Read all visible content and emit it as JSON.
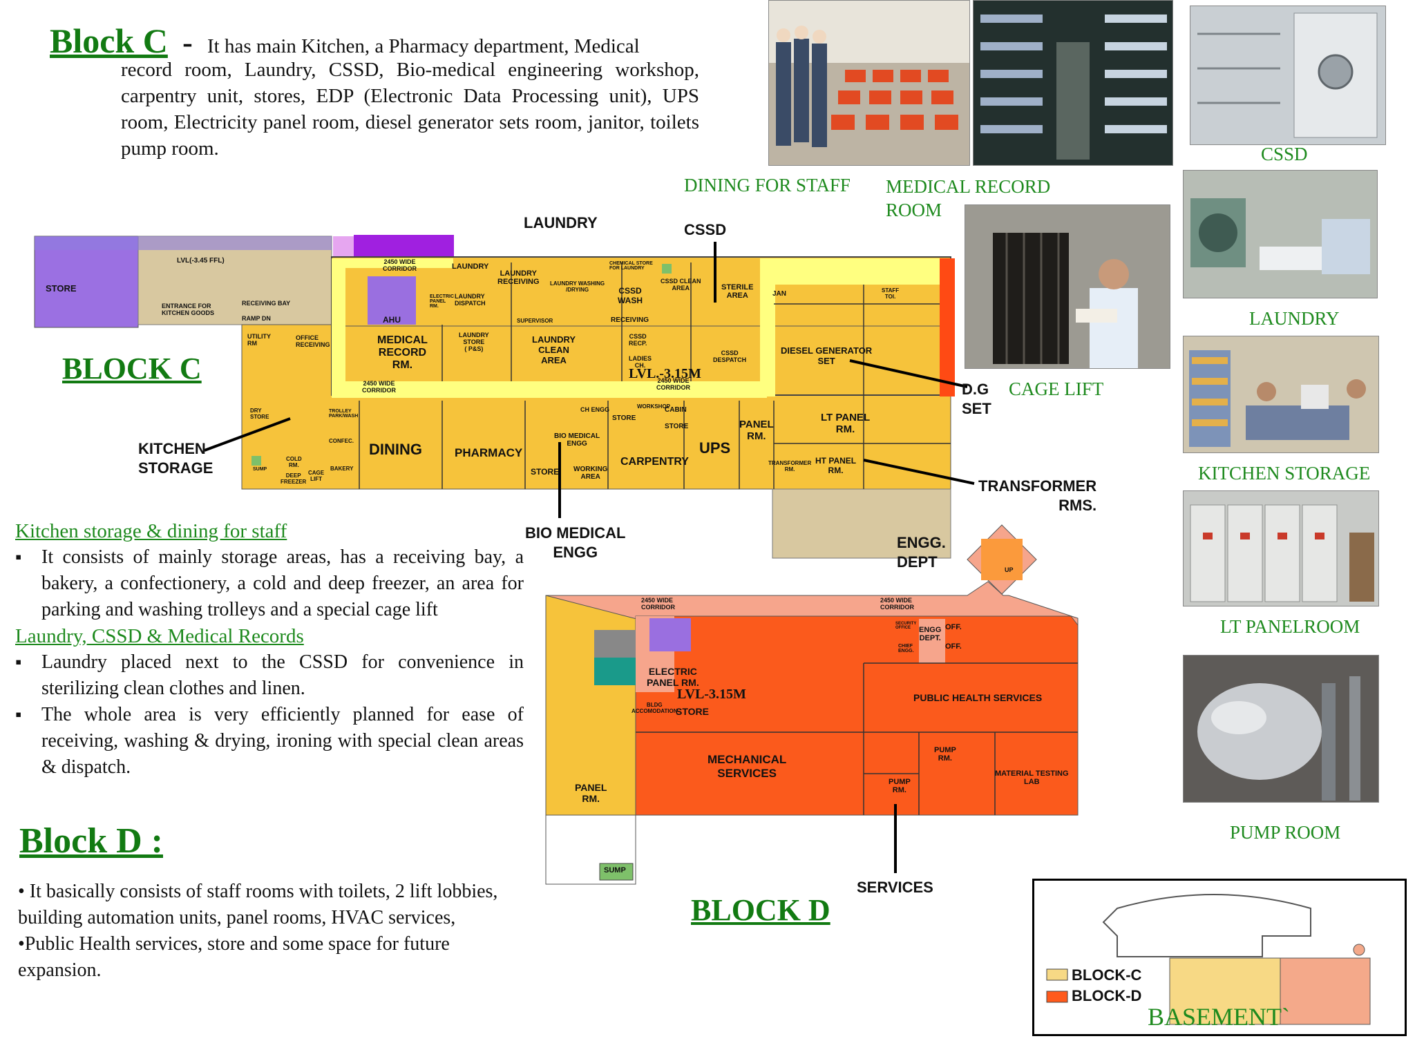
{
  "blockc": {
    "heading": "Block C",
    "dash": "-",
    "intro_first": "It has main Kitchen, a Pharmacy department, Medical",
    "intro_rest": "record room, Laundry, CSSD, Bio-medical engineering workshop, carpentry unit, stores, EDP (Electronic Data Processing unit), UPS room, Electricity panel room, diesel generator sets room, janitor, toilets pump room."
  },
  "kitchen_section": {
    "heading": "Kitchen storage & dining for staff",
    "bullet": "It consists of mainly storage areas, has  a receiving bay, a bakery, a confectionery, a cold and deep freezer, an area for parking and washing trolleys and a special cage lift"
  },
  "laundry_section": {
    "heading": "Laundry, CSSD & Medical Records",
    "bullets": [
      "Laundry placed next to the CSSD for convenience in sterilizing clean clothes and linen.",
      "The whole area is very efficiently planned for ease of receiving, washing & drying, ironing with special clean areas & dispatch."
    ]
  },
  "blockd": {
    "heading": "Block D :",
    "bullet1": "• It basically consists of staff rooms with toilets, 2 lift lobbies, building automation units, panel rooms, HVAC services,",
    "bullet2": "•Public Health services, store and some space for future expansion."
  },
  "photos": {
    "dining_caption": "DINING FOR STAFF",
    "medical_caption": "MEDICAL RECORD ROOM",
    "cage_caption": "CAGE  LIFT",
    "cssd_caption": "CSSD",
    "laundry_caption": "LAUNDRY",
    "kitchen_caption": "KITCHEN STORAGE",
    "lt_caption": "LT  PANELROOM",
    "pump_caption": "PUMP ROOM"
  },
  "plan_c": {
    "block_label": "BLOCK C",
    "callouts": {
      "laundry": "LAUNDRY",
      "cssd": "CSSD",
      "kitchen_storage": "KITCHEN\nSTORAGE",
      "dg_set": "D.G\nSET",
      "transformer": "TRANSFORMER\nRMS.",
      "bio_medical": "BIO MEDICAL\nENGG"
    },
    "rooms": {
      "store": "STORE",
      "lvl": "LVL(-3.45 FFL)",
      "entrance": "ENTRANCE FOR\nKITCHEN GOODS",
      "receiving_bay": "RECEIVING BAY",
      "ramp": "RAMP DN",
      "utility": "UTILITY\nRM",
      "office_receiving": "OFFICE\nRECEIVING",
      "corridor_top": "2450 WIDE\nCORRIDOR",
      "ahu": "AHU",
      "medical_record": "MEDICAL\nRECORD\nRM.",
      "laundry_room": "LAUNDRY",
      "laundry_receiving": "LAUNDRY\nRECEIVING",
      "laundry_washing": "LAUNDRY WASHING\n/DRYING",
      "laundry_dispatch": "LAUNDRY\nDISPATCH",
      "electric_panel": "ELECTRIC\nPANEL\nRM.",
      "laundry_store": "LAUNDRY\nSTORE\n( P&S)",
      "laundry_clean": "LAUNDRY\nCLEAN\nAREA",
      "supervisor": "SUPERVISOR",
      "chemical": "CHEMICAL STORE\nFOR LAUNDRY",
      "cssd_wash": "CSSD\nWASH",
      "cssd_clean": "CSSD CLEAN\nAREA",
      "sterile": "STERILE\nAREA",
      "receiving": "RECEIVING",
      "cssd_recp": "CSSD\nRECP.",
      "cssd_despatch": "CSSD\nDESPATCH",
      "ladies": "LADIES\nCH.",
      "lvl_315": "LVL.-3.15M",
      "corridor_mid": "2450 WIDE\nCORRIDOR",
      "diesel": "DIESEL GENERATOR\nSET",
      "jan": "JAN",
      "staff": "STAFF\nTOI.",
      "dry_store": "DRY\nSTORE",
      "trolley": "TROLLEY\nPARK/WASH",
      "confec": "CONFEC.",
      "bakery": "BAKERY",
      "cold": "COLD\nRM.",
      "deep": "DEEP\nFREEZER",
      "cage": "CAGE\nLIFT",
      "sump": "SUMP",
      "dining": "DINING",
      "pharmacy": "PHARMACY",
      "ch_engg": "CH ENGG",
      "workshop": "WORKSHOP",
      "cabin": "CABIN",
      "bio_room": "BIO MEDICAL\nENGG",
      "store2": "STORE",
      "working": "WORKING\nAREA",
      "carpentry": "CARPENTRY",
      "ups": "UPS",
      "panel": "PANEL\nRM.",
      "lt_panel": "LT PANEL\nRM.",
      "ht_panel": "HT PANEL\nRM.",
      "transformer_rm": "TRANSFORMER\nRM.",
      "corridor_low": "2450 WIDE\nCORRIDOR"
    }
  },
  "plan_d": {
    "block_label": "BLOCK D",
    "callouts": {
      "engg_dept": "ENGG.\nDEPT",
      "services": "SERVICES"
    },
    "rooms": {
      "corridor_l": "2450 WIDE\nCORRIDOR",
      "corridor_r": "2450 WIDE\nCORRIDOR",
      "electric": "ELECTRIC\nPANEL RM.",
      "lvl": "LVL-3.15M",
      "bldg": "BLDG\nACCOMODATION",
      "store": "STORE",
      "security": "SECURITY\nOFFICE",
      "engg": "ENGG\nDEPT.",
      "off1": "OFF.",
      "off2": "OFF.",
      "chief": "CHIEF\nENGG.",
      "public": "PUBLIC HEALTH SERVICES",
      "mechanical": "MECHANICAL\nSERVICES",
      "pump1": "PUMP\nRM.",
      "pump2": "PUMP\nRM.",
      "material": "MATERIAL TESTING\nLAB",
      "panel": "PANEL\nRM.",
      "sump": "SUMP",
      "up": "UP"
    }
  },
  "key_plan": {
    "legend_c": "BLOCK-C",
    "legend_d": "BLOCK-D",
    "title": "BASEMENT`",
    "colors": {
      "block_c": "#f7d985",
      "block_d": "#f4a98a"
    }
  },
  "colors": {
    "yellow": "#f6c33b",
    "corridor": "#ffff80",
    "orange": "#fb5a1c",
    "salmon": "#f6a58c",
    "tan": "#d8c8a0",
    "purple": "#9a6fe0",
    "green_text": "#1e8a1e"
  }
}
